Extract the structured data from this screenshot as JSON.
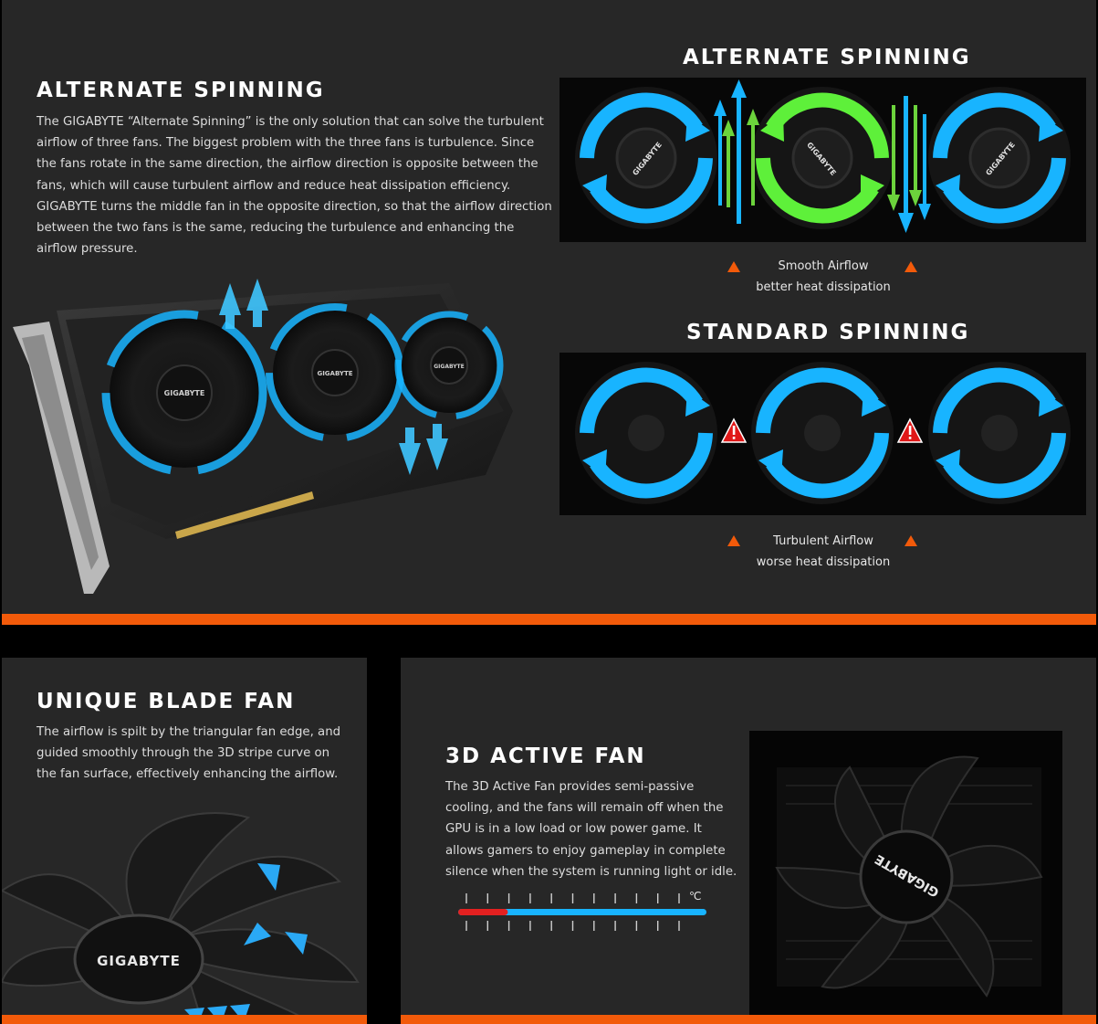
{
  "section1": {
    "title": "ALTERNATE SPINNING",
    "paragraph": "The GIGABYTE “Alternate Spinning” is the only solution that can solve the turbulent airflow of three fans. The biggest problem with the three fans is turbulence. Since the fans rotate in the same direction, the airflow direction is opposite between the fans, which will cause turbulent airflow and reduce heat dissipation efficiency. GIGABYTE turns the middle fan in the opposite direction, so that the airflow direction between the two fans is the same, reducing the turbulence and enhancing the airflow pressure.",
    "alternate": {
      "title": "ALTERNATE SPINNING",
      "caption_line1": "Smooth Airflow",
      "caption_line2": "better heat dissipation"
    },
    "standard": {
      "title": "STANDARD SPINNING",
      "caption_line1": "Turbulent Airflow",
      "caption_line2": "worse heat dissipation"
    },
    "brand_label": "GIGABYTE"
  },
  "section2": {
    "title": "UNIQUE BLADE FAN",
    "paragraph": "The airflow is spilt by the triangular fan edge, and guided smoothly through the 3D stripe curve on the fan surface, effectively enhancing the airflow.",
    "brand_label": "GIGABYTE"
  },
  "section3": {
    "title": "3D ACTIVE FAN",
    "paragraph": "The 3D Active Fan provides semi-passive cooling, and the fans will remain off when the GPU is in a low load or low power game. It allows gamers to enjoy gameplay in complete silence when the system is running light or idle.",
    "temp_unit": "℃",
    "temperature_level": 0.2,
    "brand_label": "GIGABYTE"
  },
  "colors": {
    "accent_orange": "#f25a0a",
    "panel": "#272727",
    "fan_blue": "#18b4ff",
    "fan_green": "#5ef03a",
    "warning_red": "#e01818",
    "temp_hot": "#e32020"
  },
  "icons": [
    "up-triangle-icon",
    "warning-icon",
    "arrow-up-icon",
    "arrow-down-icon",
    "fan-icon",
    "graphics-card-icon"
  ]
}
